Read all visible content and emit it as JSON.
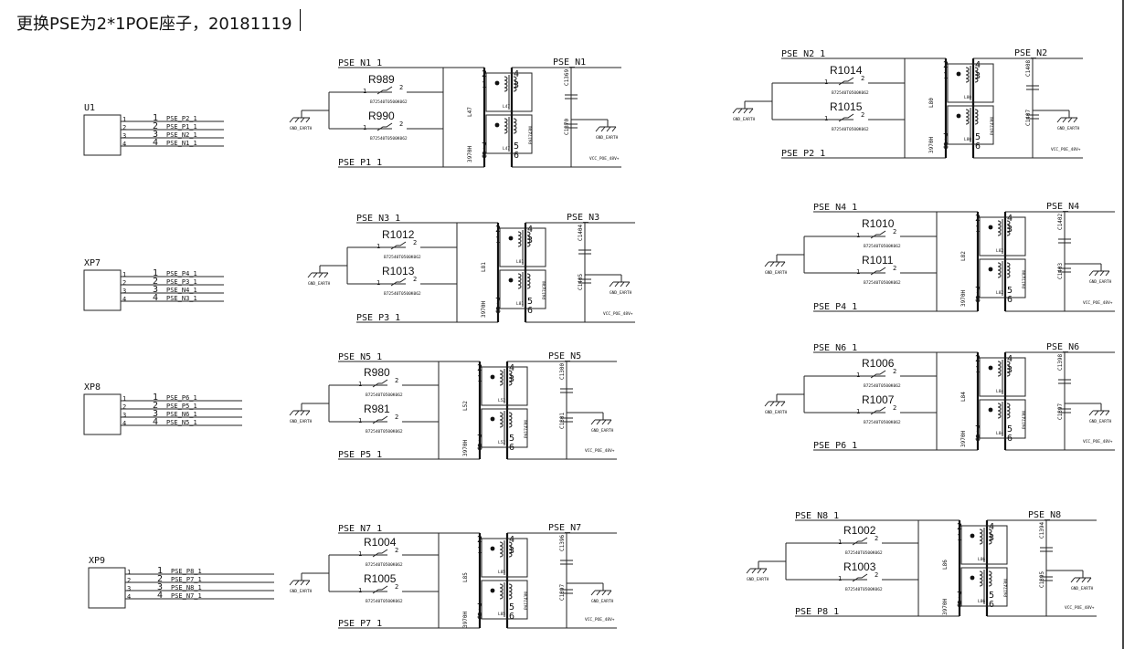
{
  "title": "更换PSE为2*1POE座子，20181119",
  "connectors": [
    {
      "ref": "U1",
      "pins": [
        {
          "num": "1",
          "net": "PSE_P2_1"
        },
        {
          "num": "2",
          "net": "PSE_P1_1"
        },
        {
          "num": "3",
          "net": "PSE_N2_1"
        },
        {
          "num": "4",
          "net": "PSE_N1_1"
        }
      ]
    },
    {
      "ref": "XP7",
      "pins": [
        {
          "num": "1",
          "net": "PSE_P4_1"
        },
        {
          "num": "2",
          "net": "PSE_P3_1"
        },
        {
          "num": "3",
          "net": "PSE_N4_1"
        },
        {
          "num": "4",
          "net": "PSE_N3_1"
        }
      ]
    },
    {
      "ref": "XP8",
      "pins": [
        {
          "num": "1",
          "net": "PSE_P6_1"
        },
        {
          "num": "2",
          "net": "PSE_P5_1"
        },
        {
          "num": "3",
          "net": "PSE_N6_1"
        },
        {
          "num": "4",
          "net": "PSE_N5_1"
        }
      ]
    },
    {
      "ref": "XP9",
      "pins": [
        {
          "num": "1",
          "net": "PSE_P8_1"
        },
        {
          "num": "2",
          "net": "PSE_P7_1"
        },
        {
          "num": "3",
          "net": "PSE_N8_1"
        },
        {
          "num": "4",
          "net": "PSE_N7_1"
        }
      ]
    }
  ],
  "blocks": [
    {
      "in_top": "PSE_N1_1",
      "in_bot": "PSE_P1_1",
      "out_top": "PSE_N1",
      "r_top": "R989",
      "r_bot": "R990",
      "ind": "L47",
      "core": "3970H",
      "cap1": "C1369",
      "cap2": "C1370",
      "core2": "PA1743NL",
      "resval": "B72540T0500K062",
      "gnd": "GND_EARTH",
      "vcc": "VCC_POE_48V+"
    },
    {
      "in_top": "PSE_N2_1",
      "in_bot": "PSE_P2_1",
      "out_top": "PSE_N2",
      "r_top": "R1014",
      "r_bot": "R1015",
      "ind": "L80",
      "core": "3970H",
      "cap1": "C1408",
      "cap2": "C1407",
      "core2": "PA1743NL",
      "resval": "B72540T0500K062",
      "gnd": "GND_EARTH",
      "vcc": "VCC_POE_48V+"
    },
    {
      "in_top": "PSE_N3_1",
      "in_bot": "PSE_P3_1",
      "out_top": "PSE_N3",
      "r_top": "R1012",
      "r_bot": "R1013",
      "ind": "L81",
      "core": "3970H",
      "cap1": "C1404",
      "cap2": "C1405",
      "core2": "PA1743NL",
      "resval": "B72540T0500K062",
      "gnd": "GND_EARTH",
      "vcc": "VCC_POE_48V+"
    },
    {
      "in_top": "PSE_N4_1",
      "in_bot": "PSE_P4_1",
      "out_top": "PSE_N4",
      "r_top": "R1010",
      "r_bot": "R1011",
      "ind": "L82",
      "core": "3970H",
      "cap1": "C1402",
      "cap2": "C1403",
      "core2": "PA1743NL",
      "resval": "B72540T0500K062",
      "gnd": "GND_EARTH",
      "vcc": "VCC_POE_48V+"
    },
    {
      "in_top": "PSE_N5_1",
      "in_bot": "PSE_P5_1",
      "out_top": "PSE_N5",
      "r_top": "R980",
      "r_bot": "R981",
      "ind": "L52",
      "core": "3970H",
      "cap1": "C1300",
      "cap2": "C1301",
      "core2": "PA1743NL",
      "resval": "B72540T0500K062",
      "gnd": "GND_EARTH",
      "vcc": "VCC_POE_48V+"
    },
    {
      "in_top": "PSE_N6_1",
      "in_bot": "PSE_P6_1",
      "out_top": "PSE_N6",
      "r_top": "R1006",
      "r_bot": "R1007",
      "ind": "L84",
      "core": "3970H",
      "cap1": "C1398",
      "cap2": "C1397",
      "core2": "PA1743NL",
      "resval": "B72540T0500K062",
      "gnd": "GND_EARTH",
      "vcc": "VCC_POE_48V+"
    },
    {
      "in_top": "PSE_N7_1",
      "in_bot": "PSE_P7_1",
      "out_top": "PSE_N7",
      "r_top": "R1004",
      "r_bot": "R1005",
      "ind": "L85",
      "core": "3970H",
      "cap1": "C1396",
      "cap2": "C1397",
      "core2": "PA1743NL",
      "resval": "B72540T0500K062",
      "gnd": "GND_EARTH",
      "vcc": "VCC_POE_48V+"
    },
    {
      "in_top": "PSE_N8_1",
      "in_bot": "PSE_P8_1",
      "out_top": "PSE_N8",
      "r_top": "R1002",
      "r_bot": "R1003",
      "ind": "L86",
      "core": "3970H",
      "cap1": "C1394",
      "cap2": "C1395",
      "core2": "PA1743NL",
      "resval": "B72540T0500K062",
      "gnd": "GND_EARTH",
      "vcc": "VCC_POE_48V+"
    }
  ],
  "pin_numbers": {
    "one": "1",
    "two": "2",
    "three": "3",
    "four": "4",
    "five": "5",
    "six": "6",
    "seven": "7",
    "eight": "8"
  }
}
